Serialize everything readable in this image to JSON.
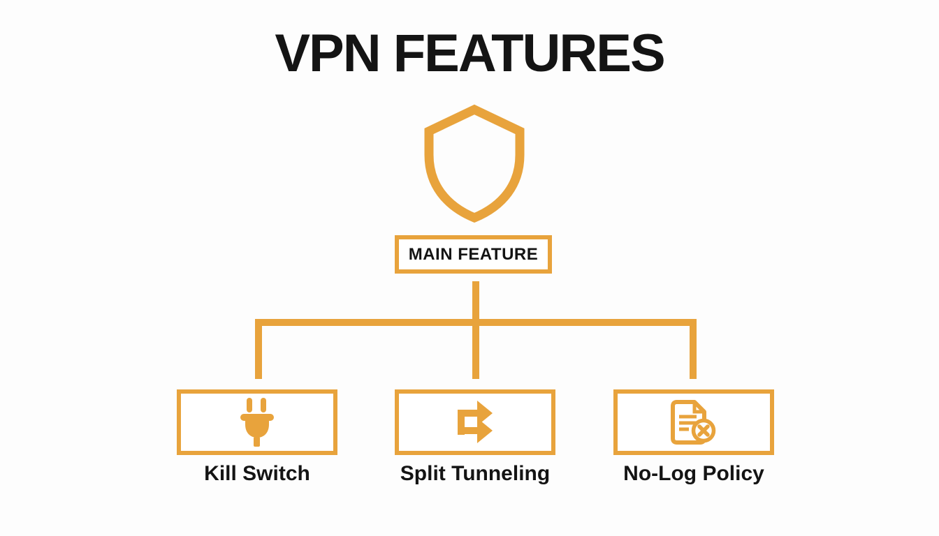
{
  "title": "VPN FEATURES",
  "colors": {
    "accent": "#E8A33C",
    "text": "#141414",
    "background": "#fdfdfd"
  },
  "diagram": {
    "type": "tree",
    "root": {
      "label": "MAIN FEATURE",
      "icon": "shield-icon"
    },
    "children": [
      {
        "label": "Kill Switch",
        "icon": "plug-icon"
      },
      {
        "label": "Split Tunneling",
        "icon": "split-arrows-icon"
      },
      {
        "label": "No-Log Policy",
        "icon": "document-block-icon"
      }
    ]
  }
}
